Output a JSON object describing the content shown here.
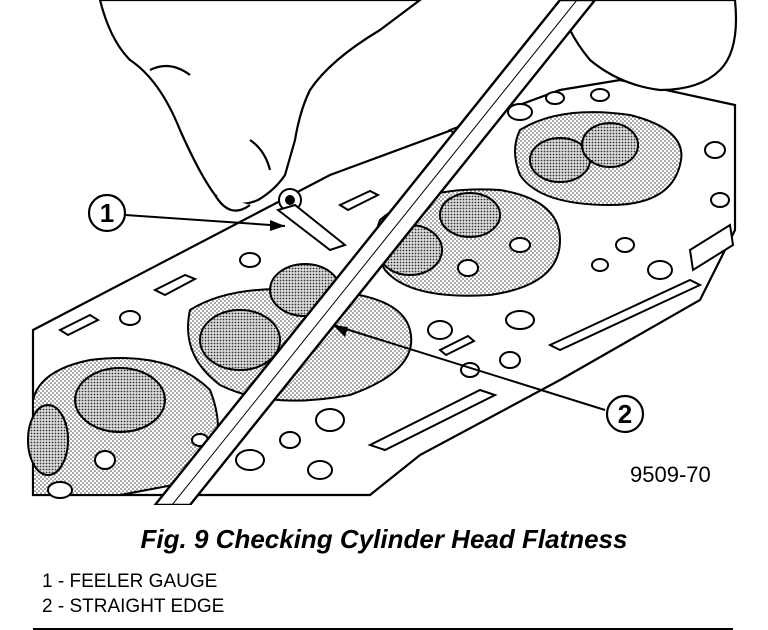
{
  "figure": {
    "code": "9509-70",
    "callouts": [
      {
        "number": "1"
      },
      {
        "number": "2"
      }
    ]
  },
  "caption": "Fig. 9 Checking Cylinder Head Flatness",
  "legend": [
    {
      "number": "1",
      "separator": " - ",
      "label": "FEELER GAUGE"
    },
    {
      "number": "2",
      "separator": " - ",
      "label": "STRAIGHT EDGE"
    }
  ]
}
